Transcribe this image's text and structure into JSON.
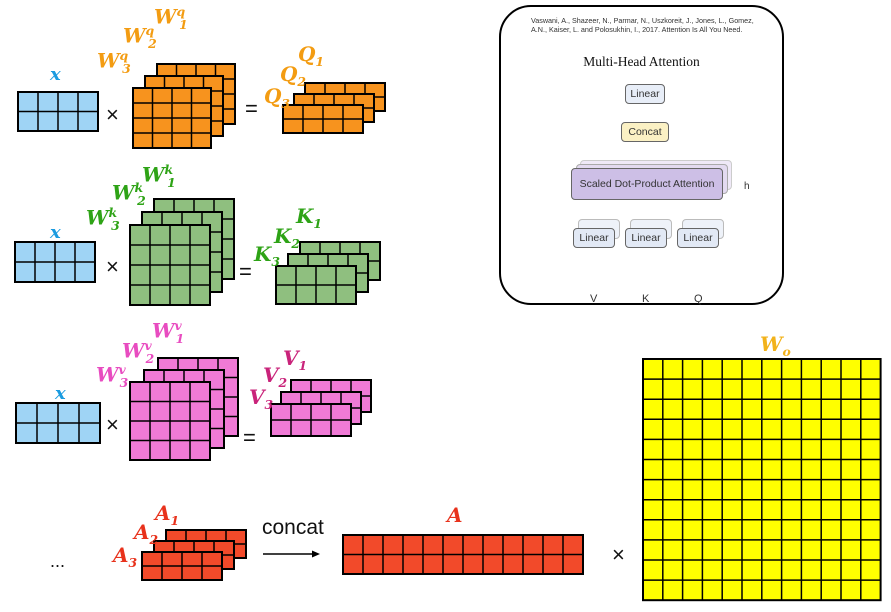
{
  "labels": {
    "x": "x",
    "W": "W",
    "q": "q",
    "k": "k",
    "v": "v",
    "Q": "Q",
    "K": "K",
    "V": "V",
    "A": "A",
    "Wo_base": "W",
    "Wo_sub": "o",
    "i1": "1",
    "i2": "2",
    "i3": "3"
  },
  "operators": {
    "times": "×",
    "equals": "=",
    "ellipsis": "...",
    "concat": "concat"
  },
  "colors": {
    "x_fill": "#9fd4f5",
    "q_fill": "#f7931e",
    "q_text": "#f39c12",
    "k_fill": "#8fbf7f",
    "k_text": "#2ea316",
    "v_fill": "#f07ad6",
    "v_text": "#e84cc0",
    "v_dark_text": "#c9237a",
    "a_fill": "#f24a2a",
    "a_text": "#e8321c",
    "wo_fill": "#ffff00",
    "wo_text": "#f2b21a",
    "x_text": "#1a9be0"
  },
  "reference": {
    "citation": "Vaswani, A., Shazeer, N., Parmar, N., Uszkoreit, J., Jones, L., Gomez, A.N., Kaiser, L. and Polosukhin, I., 2017. Attention Is All You Need.",
    "title": "Multi-Head Attention",
    "linear_top": "Linear",
    "concat": "Concat",
    "sdpa": "Scaled Dot-Product Attention",
    "h": "h",
    "linear": "Linear",
    "inputs": [
      "V",
      "K",
      "Q"
    ]
  }
}
